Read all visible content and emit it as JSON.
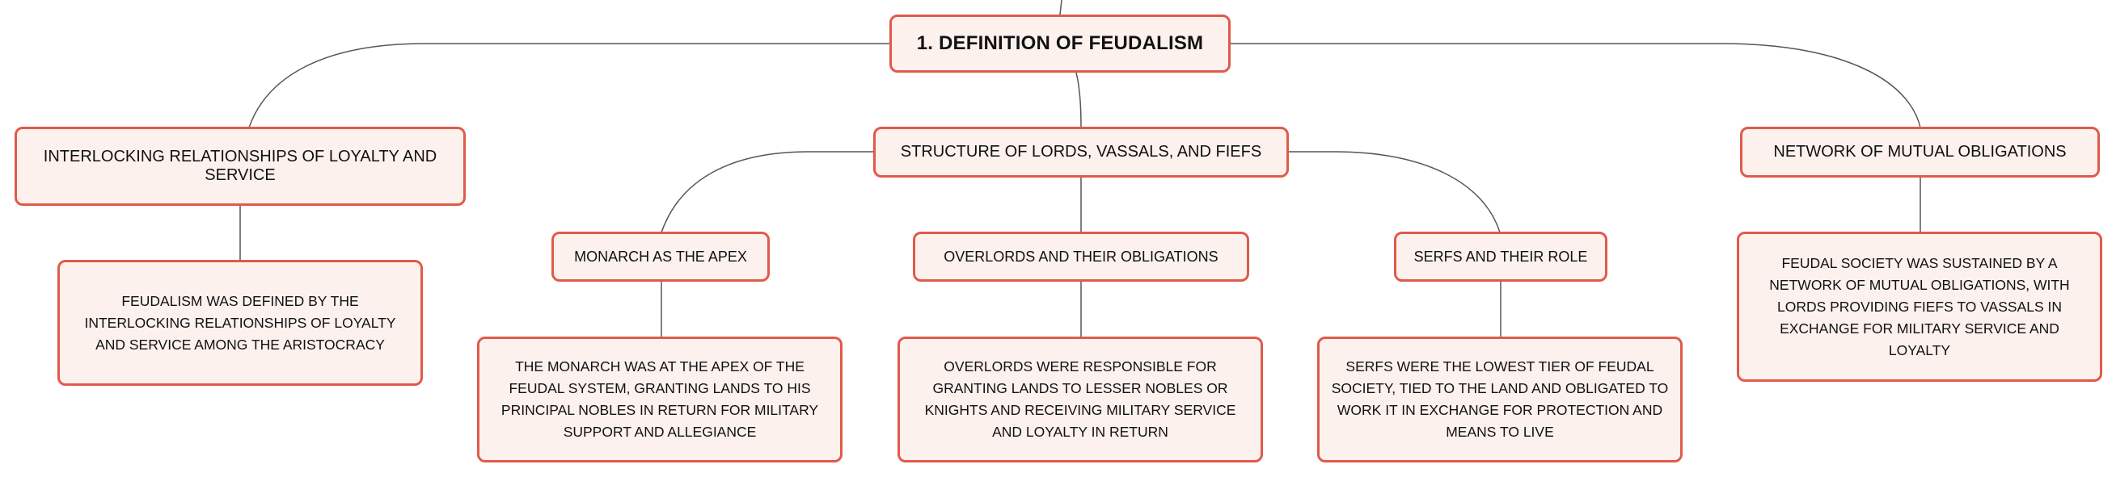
{
  "mindmap": {
    "root": {
      "label": "1. DEFINITION OF FEUDALISM"
    },
    "branches": [
      {
        "label": "INTERLOCKING RELATIONSHIPS OF LOYALTY AND SERVICE",
        "detail": "FEUDALISM WAS DEFINED BY THE INTERLOCKING RELATIONSHIPS OF LOYALTY AND SERVICE AMONG THE ARISTOCRACY"
      },
      {
        "label": "STRUCTURE OF LORDS, VASSALS, AND FIEFS",
        "children": [
          {
            "label": "MONARCH AS THE APEX",
            "detail": "THE MONARCH WAS AT THE APEX OF THE FEUDAL SYSTEM, GRANTING LANDS TO HIS PRINCIPAL NOBLES IN RETURN FOR MILITARY SUPPORT AND ALLEGIANCE"
          },
          {
            "label": "OVERLORDS AND THEIR OBLIGATIONS",
            "detail": "OVERLORDS WERE RESPONSIBLE FOR GRANTING LANDS TO LESSER NOBLES OR KNIGHTS AND RECEIVING MILITARY SERVICE AND LOYALTY IN RETURN"
          },
          {
            "label": "SERFS AND THEIR ROLE",
            "detail": "SERFS WERE THE LOWEST TIER OF FEUDAL SOCIETY, TIED TO THE LAND AND OBLIGATED TO WORK IT IN EXCHANGE FOR PROTECTION AND MEANS TO LIVE"
          }
        ]
      },
      {
        "label": "NETWORK OF MUTUAL OBLIGATIONS",
        "detail": "FEUDAL SOCIETY WAS SUSTAINED BY A NETWORK OF MUTUAL OBLIGATIONS, WITH LORDS PROVIDING FIEFS TO VASSALS IN EXCHANGE FOR MILITARY SERVICE AND LOYALTY"
      }
    ],
    "colors": {
      "node_border": "#e05a4a",
      "node_fill": "#fdf1ee",
      "connector": "#555555",
      "text": "#111111"
    }
  }
}
